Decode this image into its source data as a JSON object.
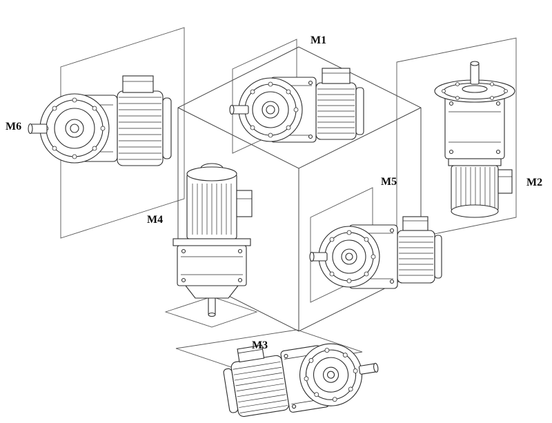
{
  "figure": {
    "kind": "gearmotor-mounting-positions-diagram",
    "background": "#ffffff",
    "line_color": "#2b2b2b",
    "positions": [
      {
        "id": "M1",
        "label": "M1",
        "illustration": "horizontal-gearmotor-shaft-left",
        "location": "top-center"
      },
      {
        "id": "M2",
        "label": "M2",
        "illustration": "vertical-gearmotor-shaft-up",
        "location": "right"
      },
      {
        "id": "M3",
        "label": "M3",
        "illustration": "horizontal-gearmotor-shaft-right",
        "location": "bottom-center"
      },
      {
        "id": "M4",
        "label": "M4",
        "illustration": "vertical-gearmotor-shaft-down",
        "location": "center-left"
      },
      {
        "id": "M5",
        "label": "M5",
        "illustration": "horizontal-gearmotor-shaft-left",
        "location": "center-right"
      },
      {
        "id": "M6",
        "label": "M6",
        "illustration": "horizontal-gearmotor-shaft-left",
        "location": "left"
      }
    ]
  }
}
